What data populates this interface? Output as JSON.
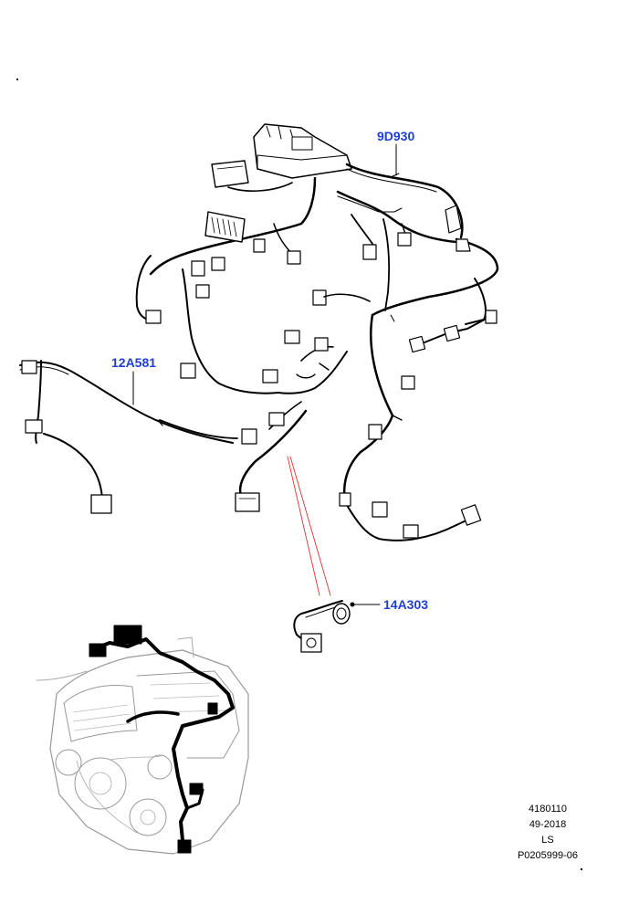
{
  "callouts": {
    "main_harness": "9D930",
    "side_harness": "12A581",
    "jumper_harness": "14A303"
  },
  "metadata": {
    "line1": "4180110",
    "line2": "49-2018",
    "line3": "LS",
    "line4": "P0205999-06"
  },
  "colors": {
    "callout_text": "#1f3fd1",
    "detail_leader": "#e03030",
    "line_art": "#000000"
  }
}
